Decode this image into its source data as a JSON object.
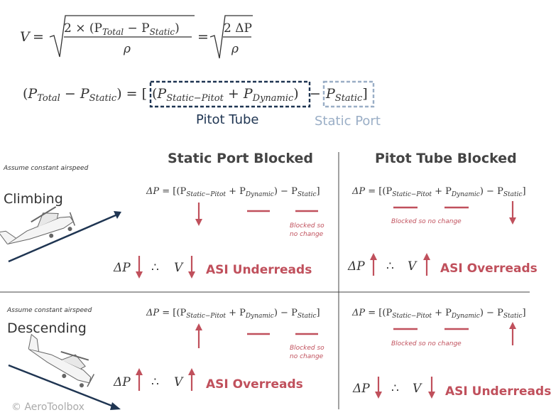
{
  "colors": {
    "text": "#333333",
    "accent_red": "#c0505c",
    "dark_navy": "#1f3552",
    "light_blue": "#9aaec6",
    "grid": "#444444",
    "watermark": "#aaaaaa"
  },
  "formula": {
    "velocity_lhs": "V",
    "equals": "=",
    "numerator_1": "2 × (P",
    "total_sub": "Total",
    "minus": " − P",
    "static_sub": "Static",
    "close_paren": ")",
    "rho": "ρ",
    "numerator_2": "2 ΔP",
    "pitot_tube_label": "Pitot Tube",
    "static_port_label": "Static Port"
  },
  "columns": {
    "static_blocked": "Static Port Blocked",
    "pitot_blocked": "Pitot Tube Blocked"
  },
  "rows": {
    "climbing": {
      "note": "Assume constant airspeed",
      "label": "Climbing"
    },
    "descending": {
      "note": "Assume constant airspeed",
      "label": "Descending"
    }
  },
  "cells": {
    "climb_static": {
      "blocked_line1": "Blocked so",
      "blocked_line2": "no change",
      "result": "ASI Underreads",
      "therefore": "∴"
    },
    "climb_pitot": {
      "blocked_note": "Blocked so no change",
      "result": "ASI Overreads",
      "therefore": "∴"
    },
    "desc_static": {
      "blocked_line1": "Blocked so",
      "blocked_line2": "no change",
      "result": "ASI Overreads",
      "therefore": "∴"
    },
    "desc_pitot": {
      "blocked_note": "Blocked so no change",
      "result": "ASI Underreads",
      "therefore": "∴"
    }
  },
  "eq_small": {
    "delta_p": "ΔP",
    "eq": " = [(P",
    "sp_sub": "Static−Pitot",
    "plus": " + P",
    "dyn_sub": "Dynamic",
    "close": ") − P",
    "static_sub": "Static",
    "bracket": "]"
  },
  "watermark": "© AeroToolbox"
}
